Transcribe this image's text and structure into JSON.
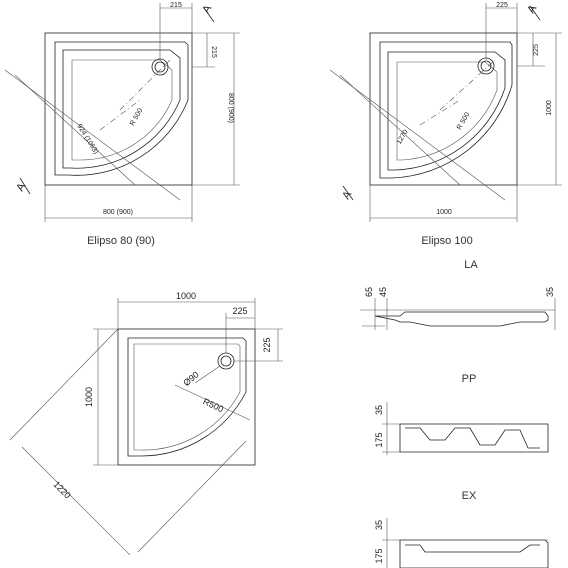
{
  "drawing_top_left": {
    "dim_top_offset": "215",
    "dim_side_offset": "215",
    "dim_height": "800 (900)",
    "dim_width": "800 (900)",
    "dim_diagonal": "924 (1063)",
    "dim_radius": "R 500",
    "section_mark_top": "A",
    "section_mark_bottom": "A",
    "caption": "Elipso 80 (90)"
  },
  "drawing_top_right": {
    "dim_top_offset": "225",
    "dim_side_offset": "225",
    "dim_height": "1000",
    "dim_width": "1000",
    "dim_diagonal": "1270",
    "dim_radius": "R 500",
    "section_mark_top": "A",
    "section_mark_bottom": "A",
    "caption": "Elipso 100"
  },
  "drawing_bottom_left": {
    "dim_width": "1000",
    "dim_top_offset": "225",
    "dim_side_offset": "225",
    "dim_height": "1000",
    "dim_diagonal": "1220",
    "dim_drain": "Ø90",
    "dim_radius": "R500"
  },
  "sections": {
    "la": {
      "title": "LA",
      "dim_a": "65",
      "dim_b": "45",
      "dim_c": "35"
    },
    "pp": {
      "title": "PP",
      "dim_a": "35",
      "dim_b": "175"
    },
    "ex": {
      "title": "EX",
      "dim_a": "35",
      "dim_b": "175"
    }
  }
}
